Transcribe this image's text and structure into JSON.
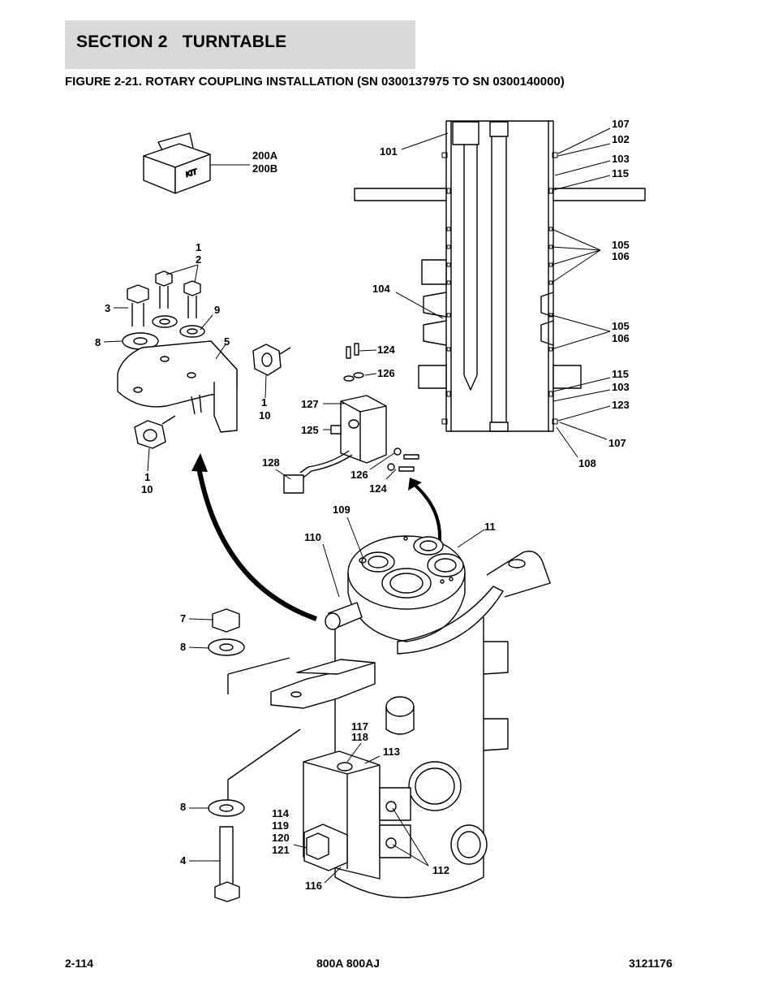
{
  "header": {
    "section": "SECTION 2   TURNTABLE",
    "figure_title": "FIGURE 2-21. ROTARY COUPLING INSTALLATION (SN 0300137975 TO SN 0300140000)"
  },
  "kit_label": "KIT",
  "callouts": {
    "c200a": "200A",
    "c200b": "200B",
    "c1a": "1",
    "c2a": "2",
    "c3": "3",
    "c9": "9",
    "c8a": "8",
    "c5": "5",
    "c1b": "1",
    "c10b": "10",
    "c1c": "1",
    "c10c": "10",
    "c101": "101",
    "c104": "104",
    "c107a": "107",
    "c102": "102",
    "c103a": "103",
    "c115a": "115",
    "c105a": "105",
    "c106a": "106",
    "c105b": "105",
    "c106b": "106",
    "c115b": "115",
    "c103b": "103",
    "c123": "123",
    "c107b": "107",
    "c108": "108",
    "c124a": "124",
    "c126a": "126",
    "c127": "127",
    "c125": "125",
    "c128": "128",
    "c126b": "126",
    "c124b": "124",
    "c109": "109",
    "c110": "110",
    "c11": "11",
    "c7": "7",
    "c8b": "8",
    "c8c": "8",
    "c4": "4",
    "c117": "117",
    "c118": "118",
    "c113": "113",
    "c114": "114",
    "c119": "119",
    "c120": "120",
    "c121": "121",
    "c116": "116",
    "c112": "112"
  },
  "footer": {
    "page": "2-114",
    "model": "800A 800AJ",
    "part_number": "3121176"
  }
}
